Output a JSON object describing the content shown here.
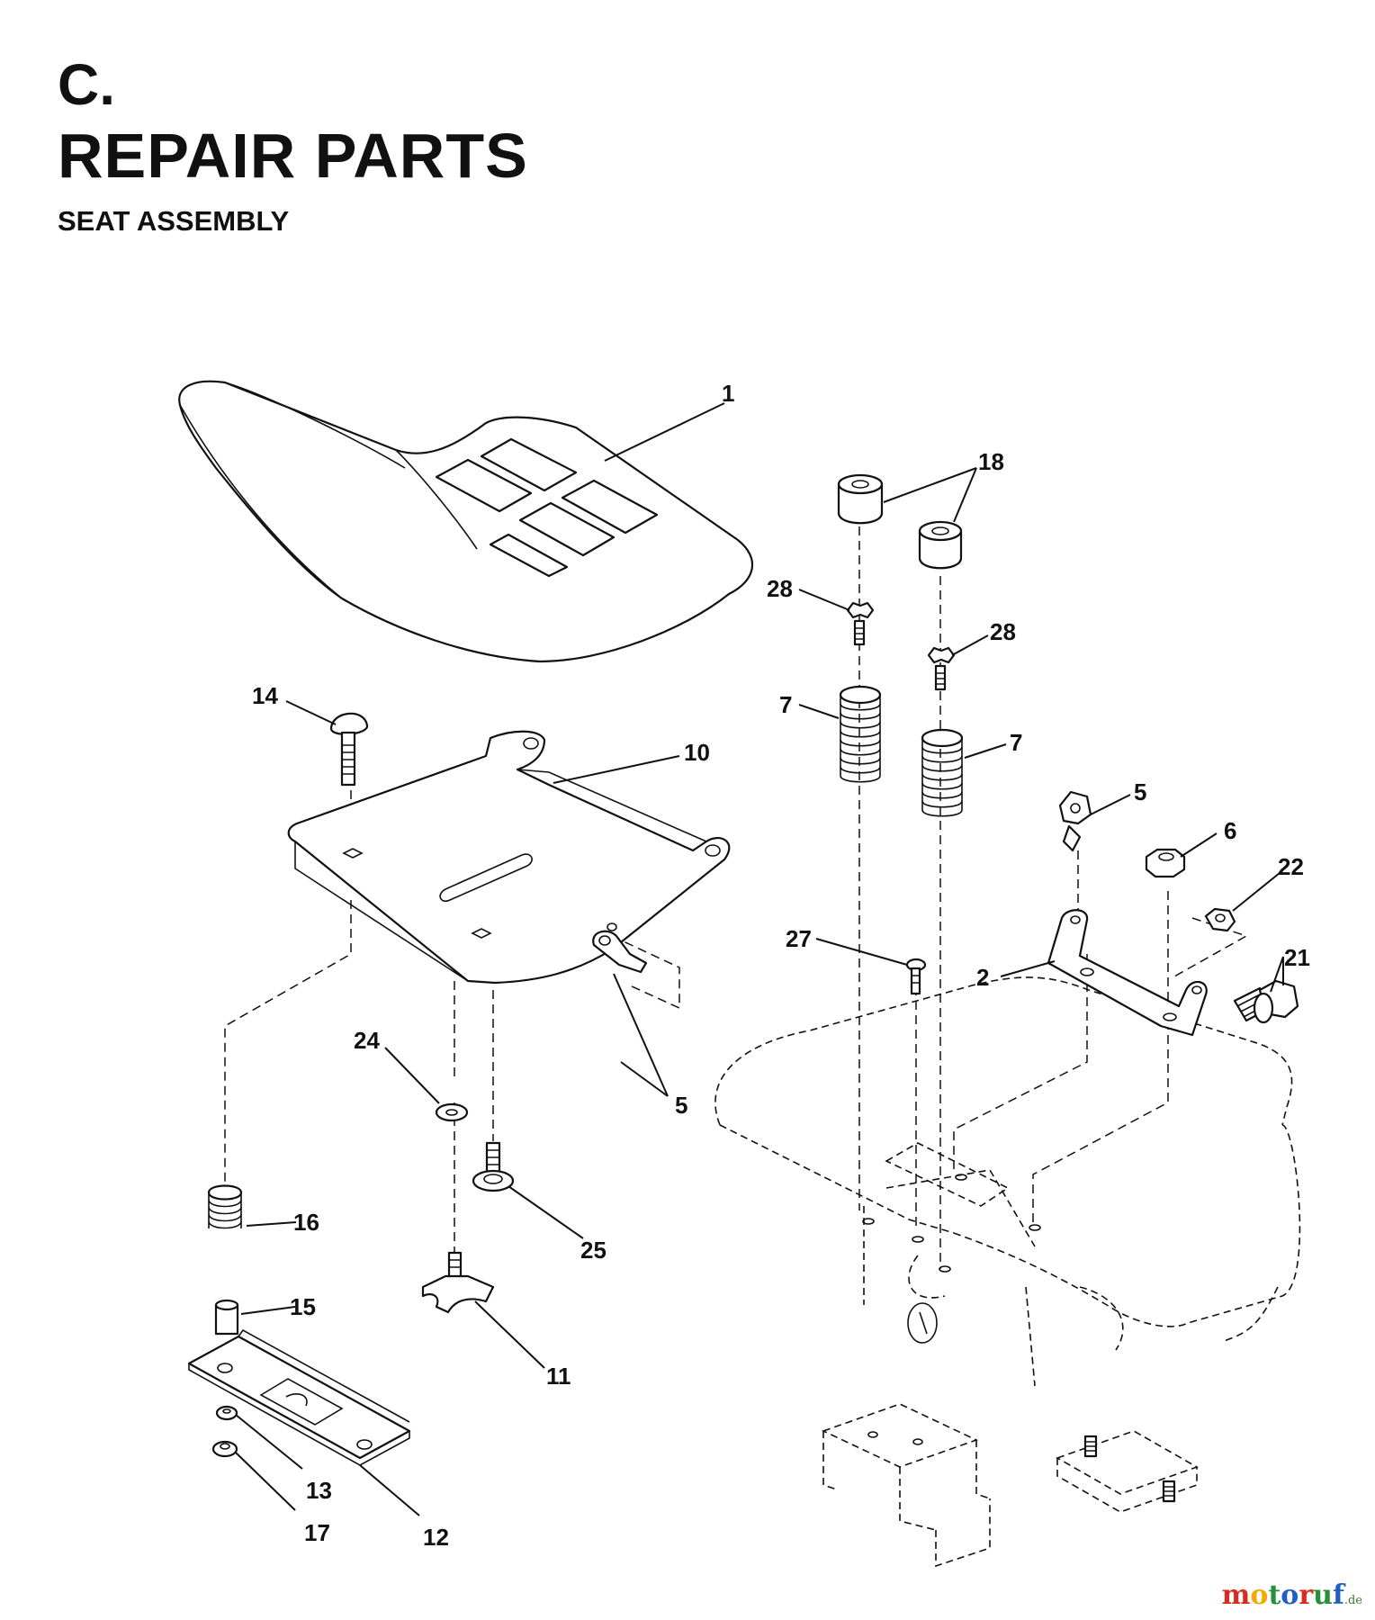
{
  "header": {
    "section_letter": "C.",
    "title": "REPAIR PARTS",
    "subtitle": "SEAT ASSEMBLY"
  },
  "callouts": {
    "c1": "1",
    "c2": "2",
    "c5a": "5",
    "c5b": "5",
    "c6": "6",
    "c7a": "7",
    "c7b": "7",
    "c10": "10",
    "c11": "11",
    "c12": "12",
    "c13": "13",
    "c14": "14",
    "c15": "15",
    "c16": "16",
    "c17": "17",
    "c18": "18",
    "c21": "21",
    "c22": "22",
    "c24": "24",
    "c25": "25",
    "c27": "27",
    "c28a": "28",
    "c28b": "28"
  },
  "watermark": {
    "brand": "motoruf",
    "suffix": ".de",
    "colors": [
      "#d62d20",
      "#f2a900",
      "#2a8f3a",
      "#1f5fbf",
      "#d62d20",
      "#2a8f3a",
      "#1f5fbf"
    ]
  }
}
